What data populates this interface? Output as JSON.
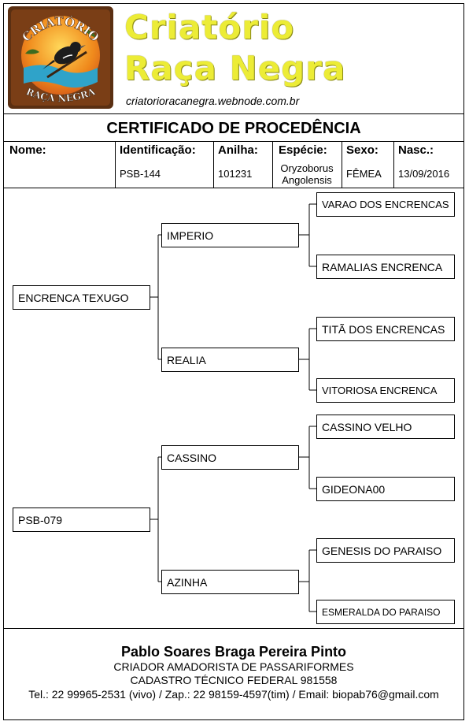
{
  "header": {
    "logo": {
      "top_text": "CRIATÓRIO",
      "bottom_text": "RAÇA NEGRA",
      "icon": "bird-on-branch-icon"
    },
    "title_line1": "Criatório",
    "title_line2": "Raça Negra",
    "website": "criatorioracanegra.webnode.com.br"
  },
  "certificate": {
    "title": "CERTIFICADO DE PROCEDÊNCIA"
  },
  "info": {
    "nome_label": "Nome:",
    "nome_value": "",
    "identificacao_label": "Identificação:",
    "identificacao_value": "PSB-144",
    "anilha_label": "Anilha:",
    "anilha_value": "101231",
    "especie_label": "Espécie:",
    "especie_value_line1": "Oryzoborus",
    "especie_value_line2": "Angolensis",
    "sexo_label": "Sexo:",
    "sexo_value": "FÊMEA",
    "nasc_label": "Nasc.:",
    "nasc_value": "13/09/2016"
  },
  "pedigree": {
    "parents": [
      "ENCRENCA TEXUGO",
      "PSB-079"
    ],
    "grandparents": [
      "IMPERIO",
      "REALIA",
      "CASSINO",
      "AZINHA"
    ],
    "great_grandparents": [
      "VARAO DOS ENCRENCAS",
      "RAMALIAS ENCRENCA",
      "TITÃ DOS ENCRENCAS",
      "VITORIOSA ENCRENCA",
      "CASSINO VELHO",
      "GIDEONA00",
      "GENESIS DO PARAISO",
      "ESMERALDA DO PARAISO"
    ]
  },
  "footer": {
    "owner": "Pablo Soares Braga Pereira Pinto",
    "line2": "CRIADOR AMADORISTA DE PASSARIFORMES",
    "line3": "CADASTRO TÉCNICO FEDERAL 981558",
    "contact": "Tel.: 22 99965-2531 (vivo) / Zap.: 22 98159-4597(tim) / Email: biopab76@gmail.com"
  },
  "colors": {
    "title_yellow": "#ecec36",
    "logo_orange": "#f08a1c",
    "logo_sea": "#2fa3c9",
    "logo_frame": "#5a2f12"
  }
}
